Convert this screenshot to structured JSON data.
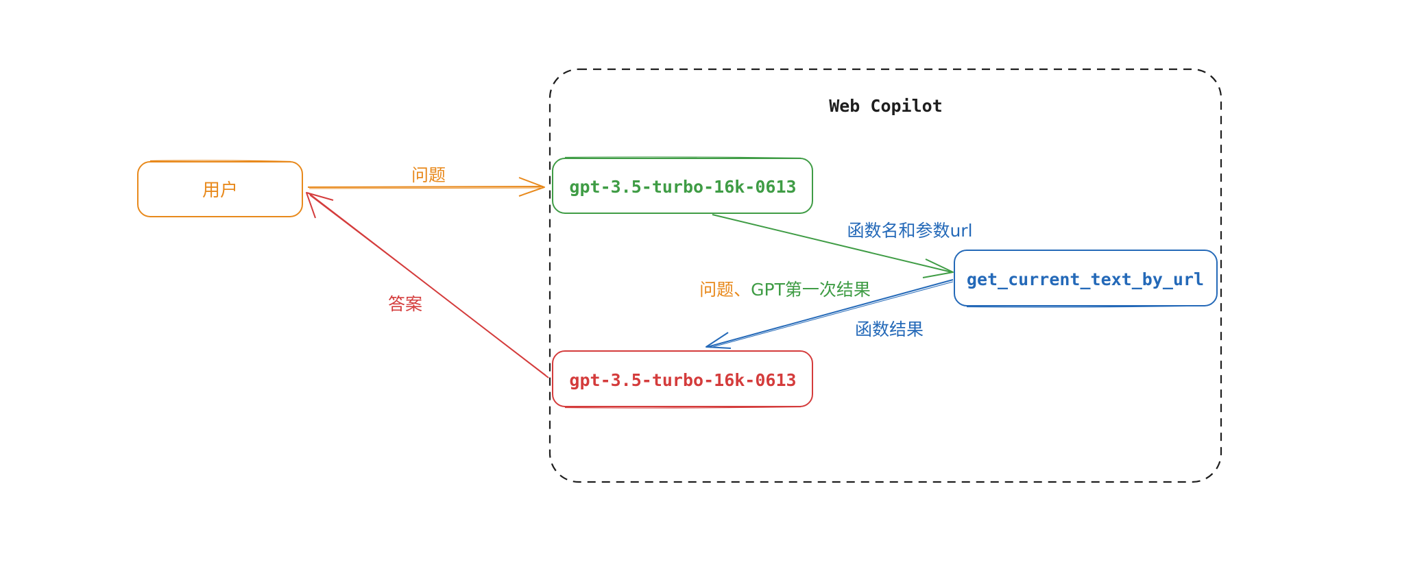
{
  "colors": {
    "user": "#e8891c",
    "first_model": "#3f9c45",
    "function": "#2469b8",
    "second_model": "#d43c3c",
    "group_border": "#1e1e1e",
    "group_title": "#1e1e1e"
  },
  "group": {
    "title": "Web Copilot"
  },
  "nodes": {
    "user": {
      "label": "用户"
    },
    "first_model": {
      "label": "gpt-3.5-turbo-16k-0613"
    },
    "function": {
      "label": "get_current_text_by_url"
    },
    "second_model": {
      "label": "gpt-3.5-turbo-16k-0613"
    }
  },
  "edges": {
    "question": {
      "label": "问题"
    },
    "function_call": {
      "label": "函数名和参数url"
    },
    "function_result": {
      "label": "函数结果"
    },
    "context_prefix": {
      "label": "问题、"
    },
    "context_suffix": {
      "label": "GPT第一次结果"
    },
    "answer": {
      "label": "答案"
    }
  }
}
